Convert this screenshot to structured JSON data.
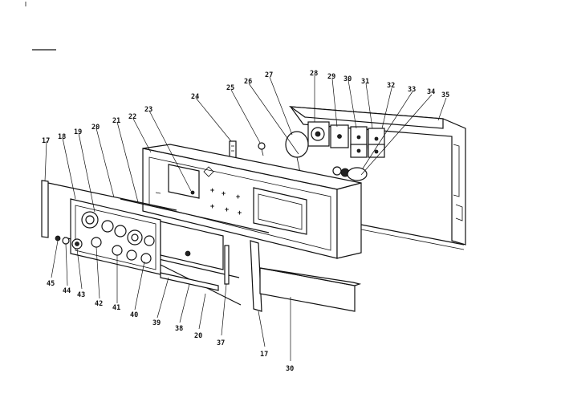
{
  "callouts": [
    {
      "id": "c17a",
      "text": "17"
    },
    {
      "id": "c18",
      "text": "18"
    },
    {
      "id": "c19",
      "text": "19"
    },
    {
      "id": "c20a",
      "text": "20"
    },
    {
      "id": "c21",
      "text": "21"
    },
    {
      "id": "c22",
      "text": "22"
    },
    {
      "id": "c23",
      "text": "23"
    },
    {
      "id": "c24",
      "text": "24"
    },
    {
      "id": "c25",
      "text": "25"
    },
    {
      "id": "c26",
      "text": "26"
    },
    {
      "id": "c27",
      "text": "27"
    },
    {
      "id": "c28",
      "text": "28"
    },
    {
      "id": "c29",
      "text": "29"
    },
    {
      "id": "c30a",
      "text": "30"
    },
    {
      "id": "c31",
      "text": "31"
    },
    {
      "id": "c32",
      "text": "32"
    },
    {
      "id": "c33",
      "text": "33"
    },
    {
      "id": "c34",
      "text": "34"
    },
    {
      "id": "c35",
      "text": "35"
    },
    {
      "id": "c45",
      "text": "45"
    },
    {
      "id": "c44",
      "text": "44"
    },
    {
      "id": "c43",
      "text": "43"
    },
    {
      "id": "c42",
      "text": "42"
    },
    {
      "id": "c41",
      "text": "41"
    },
    {
      "id": "c40",
      "text": "40"
    },
    {
      "id": "c39",
      "text": "39"
    },
    {
      "id": "c38",
      "text": "38"
    },
    {
      "id": "c20b",
      "text": "20"
    },
    {
      "id": "c37",
      "text": "37"
    },
    {
      "id": "c17b",
      "text": "17"
    },
    {
      "id": "c30b",
      "text": "30"
    }
  ]
}
